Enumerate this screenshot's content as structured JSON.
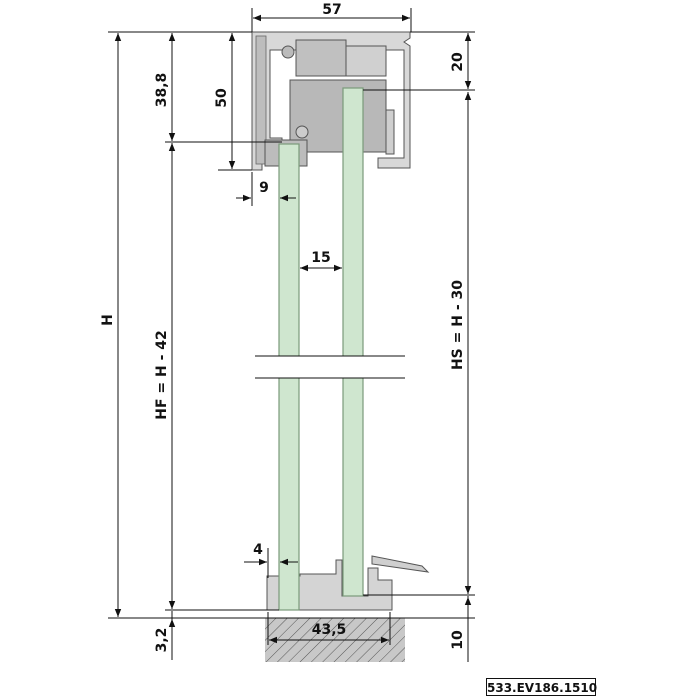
{
  "diagram": {
    "dimensions": {
      "top_width": "57",
      "top_right_height": "20",
      "left_top_offset": "38,8",
      "rail_height": "50",
      "glass_gap_small": "9",
      "glass_spacing": "15",
      "overall_height": "H",
      "fixed_panel_height": "HF = H - 42",
      "sliding_panel_height": "HS = H - 30",
      "bottom_gap": "4",
      "floor_offset": "3,2",
      "bottom_width": "43,5",
      "floor_depth": "10"
    },
    "reference_code": "533.EV186.1510",
    "colors": {
      "glass": "#cfe6cf",
      "glass_edge": "#7a9a7a",
      "profile": "#d4d4d4",
      "profile_edge": "#555555",
      "floor": "#bfbfbf",
      "line": "#111111"
    }
  }
}
